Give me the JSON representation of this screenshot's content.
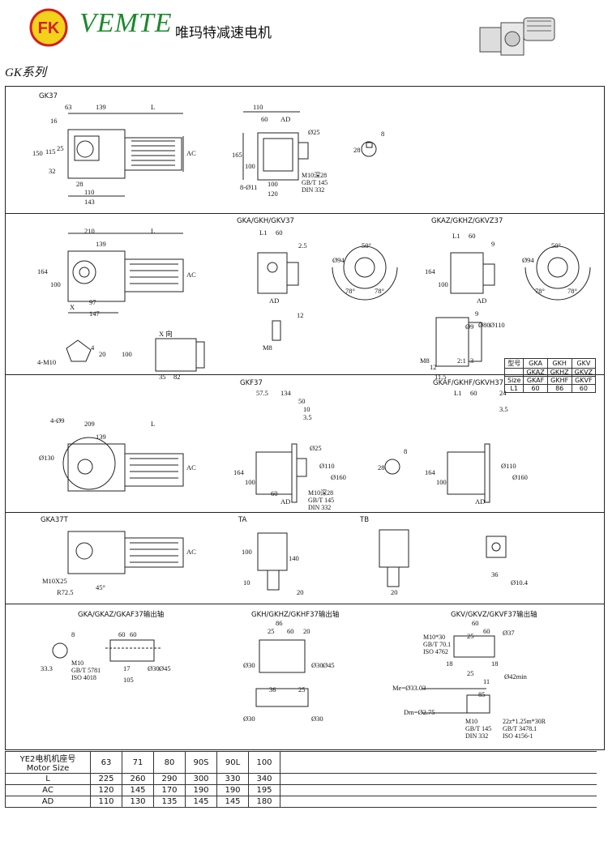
{
  "header": {
    "logo_text": "FK",
    "brand": "VEMTE",
    "brand_cn": "唯玛特减速电机",
    "series": "GK系列"
  },
  "sections": {
    "gk37": {
      "title": "GK37",
      "dims": [
        "63",
        "139",
        "L",
        "16",
        "150",
        "115",
        "25",
        "32",
        "28",
        "110",
        "143",
        "AC",
        "110",
        "60",
        "AD",
        "165",
        "100",
        "8-Ø11",
        "100",
        "120",
        "Ø25",
        "8",
        "28"
      ],
      "note": "M10深28\nGB/T 145\nDIN 332"
    },
    "gka": {
      "title": "GKA/GKH/GKV37",
      "dims_main": [
        "210",
        "139",
        "L",
        "164",
        "100",
        "97",
        "147",
        "AC",
        "X",
        "4-M10",
        "4",
        "20",
        "X 向",
        "100",
        "35",
        "82"
      ],
      "dims_side": [
        "L1",
        "60",
        "2.5",
        "AD",
        "Ø94",
        "50°",
        "78°",
        "78°",
        "12",
        "M8"
      ]
    },
    "gkaz": {
      "title": "GKAZ/GKHZ/GKVZ37",
      "dims": [
        "L1",
        "60",
        "9",
        "164",
        "100",
        "AD",
        "Ø94",
        "50°",
        "78°",
        "78°",
        "9",
        "Ø80",
        "Ø110",
        "Ø9",
        "M8",
        "12",
        "3",
        "11.5",
        "2:1"
      ]
    },
    "size_table": {
      "rows": [
        [
          "型号",
          "GKA",
          "GKH",
          "GKV"
        ],
        [
          "",
          "GKAZ",
          "GKHZ",
          "GKVZ"
        ],
        [
          "Size",
          "GKAF",
          "GKHF",
          "GKVF"
        ],
        [
          "L1",
          "60",
          "86",
          "60"
        ]
      ]
    },
    "gkf": {
      "title": "GKF37",
      "dims_main": [
        "4-Ø9",
        "209",
        "139",
        "L",
        "Ø130",
        "AC"
      ],
      "dims_side": [
        "57.5",
        "134",
        "50",
        "10",
        "3.5",
        "164",
        "100",
        "Ø25",
        "Ø110",
        "Ø160",
        "60",
        "AD",
        "8",
        "28"
      ],
      "note": "M10深28\nGB/T 145\nDIN 332"
    },
    "gkaf": {
      "title": "GKAF/GKHF/GKVH37",
      "dims": [
        "L1",
        "60",
        "24",
        "3.5",
        "164",
        "100",
        "Ø110",
        "Ø160",
        "AD"
      ]
    },
    "gka37t": {
      "title": "GKA37T",
      "dims": [
        "AC",
        "M10X25",
        "R72.5",
        "45°"
      ],
      "ta_title": "TA",
      "tb_title": "TB",
      "ta_dims": [
        "100",
        "10",
        "140",
        "20"
      ],
      "tb_dims": [
        "20",
        "36",
        "Ø10.4"
      ]
    },
    "shafts": {
      "a_title": "GKA/GKAZ/GKAF37输出轴",
      "a_dims": [
        "8",
        "33.3",
        "60",
        "60",
        "17",
        "105",
        "Ø30",
        "Ø45"
      ],
      "a_note": "M10\nGB/T 5781\nISO 4018",
      "h_title": "GKH/GKHZ/GKHF37输出轴",
      "h_dims": [
        "86",
        "60",
        "25",
        "20",
        "Ø30",
        "Ø30",
        "Ø45",
        "36",
        "25",
        "Ø30",
        "Ø30"
      ],
      "v_title": "GKV/GKVZ/GKVF37输出轴",
      "v_dims": [
        "60",
        "60",
        "25",
        "Ø37",
        "18",
        "18",
        "25",
        "11",
        "Ø42min",
        "85",
        "Me=Ø33.03",
        "Dm=Ø2.75"
      ],
      "v_note1": "M10*30\nGB/T 70.1\nISO 4762",
      "v_note2": "M10\nGB/T 145\nDIN 332",
      "v_note3": "22z*1.25m*30R\nGB/T 3478.1\nISO 4156-1"
    }
  },
  "motor_table": {
    "header": [
      "YE2电机机座号",
      "Motor Size"
    ],
    "sizes": [
      "63",
      "71",
      "80",
      "90S",
      "90L",
      "100"
    ],
    "rows": [
      {
        "label": "L",
        "values": [
          "225",
          "260",
          "290",
          "300",
          "330",
          "340"
        ]
      },
      {
        "label": "AC",
        "values": [
          "120",
          "145",
          "170",
          "190",
          "190",
          "195"
        ]
      },
      {
        "label": "AD",
        "values": [
          "110",
          "130",
          "135",
          "145",
          "145",
          "180"
        ]
      }
    ]
  },
  "colors": {
    "brand_green": "#1a8a2c",
    "logo_yellow": "#f2d21a",
    "logo_red": "#d22020"
  }
}
